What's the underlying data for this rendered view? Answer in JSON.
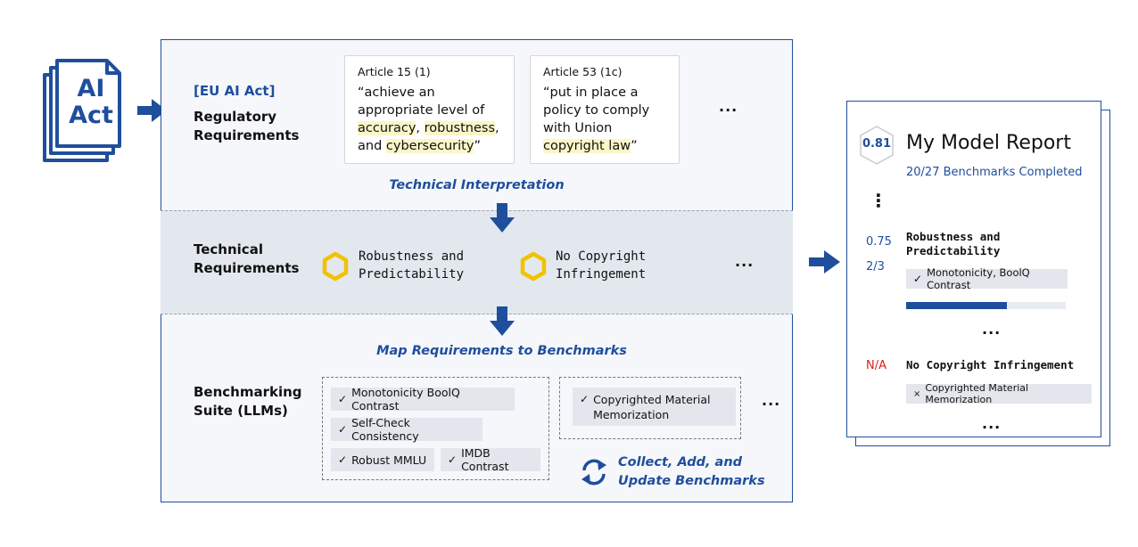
{
  "doc_icon": {
    "line1": "AI",
    "line2": "Act"
  },
  "regulatory": {
    "eu_tag": "[EU AI Act]",
    "label_line1": "Regulatory",
    "label_line2": "Requirements",
    "articles": [
      {
        "title": "Article 15 (1)",
        "quote_parts": [
          "“achieve an appropriate level of ",
          "accuracy",
          ", ",
          "robustness",
          ", and ",
          "cybersecurity",
          "”"
        ]
      },
      {
        "title": "Article 53 (1c)",
        "quote_parts": [
          "“put in place a policy to comply with Union ",
          "copyright law",
          "”"
        ]
      }
    ],
    "more": "...",
    "interpretation": "Technical Interpretation"
  },
  "technical": {
    "label_line1": "Technical",
    "label_line2": "Requirements",
    "items": [
      {
        "line1": "Robustness and",
        "line2": "Predictability"
      },
      {
        "line1": "No Copyright",
        "line2": "Infringement"
      }
    ],
    "more": "...",
    "hex_color": "#f2c200"
  },
  "benchmarking": {
    "map_label": "Map Requirements to Benchmarks",
    "label_line1": "Benchmarking",
    "label_line2": "Suite (LLMs)",
    "group1": [
      "Monotonicity BoolQ Contrast",
      "Self-Check Consistency",
      "Robust MMLU",
      "IMDB Contrast"
    ],
    "group2_line1": "Copyrighted Material",
    "group2_line2": "Memorization",
    "more": "...",
    "collect_line1": "Collect, Add, and",
    "collect_line2": "Update Benchmarks"
  },
  "report": {
    "score": "0.81",
    "title": "My Model Report",
    "completed": "20/27 Benchmarks Completed",
    "vdots": "⋮",
    "sections": [
      {
        "score": "0.75",
        "count": "2/3",
        "name_line1": "Robustness and",
        "name_line2": "Predictability",
        "bench": "Monotonicity, BoolQ Contrast",
        "progress": 0.63,
        "more": "..."
      },
      {
        "score": "N/A",
        "name": "No Copyright Infringement",
        "bench": "Copyrighted Material Memorization",
        "more": "..."
      }
    ]
  },
  "colors": {
    "accent": "#1f4e9c",
    "na": "#d62020",
    "highlight": "#fbf6c8"
  }
}
